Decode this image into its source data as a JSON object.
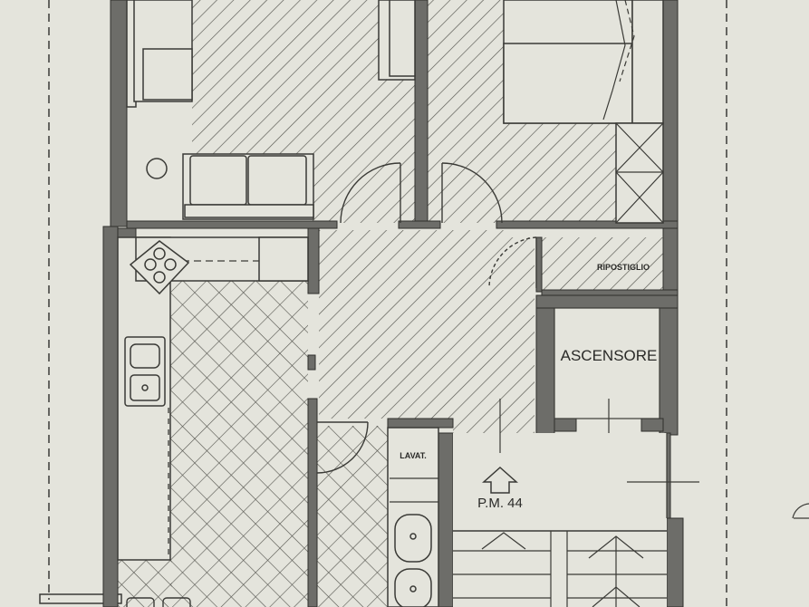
{
  "labels": {
    "ripostiglio": "RIPOSTIGLIO",
    "ascensore": "ASCENSORE",
    "lavat": "LAVAT.",
    "landing": "P.M. 44"
  },
  "colors": {
    "paper": "#e4e4dc",
    "wall": "#6d6d69",
    "line": "#3a3a36",
    "hatch": "#55554f"
  }
}
